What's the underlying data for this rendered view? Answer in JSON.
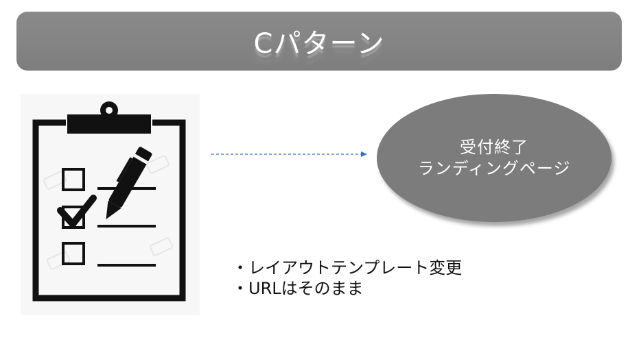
{
  "title": "Cパターン",
  "node": {
    "line1": "受付終了",
    "line2": "ランディングページ"
  },
  "notes": [
    "・レイアウトテンプレート変更",
    "・URLはそのまま"
  ],
  "icons": {
    "checklist": "clipboard-checklist-icon"
  },
  "colors": {
    "title_bar": "#828282",
    "ellipse": "#7c7c7c",
    "arrow": "#3f6fc4"
  }
}
